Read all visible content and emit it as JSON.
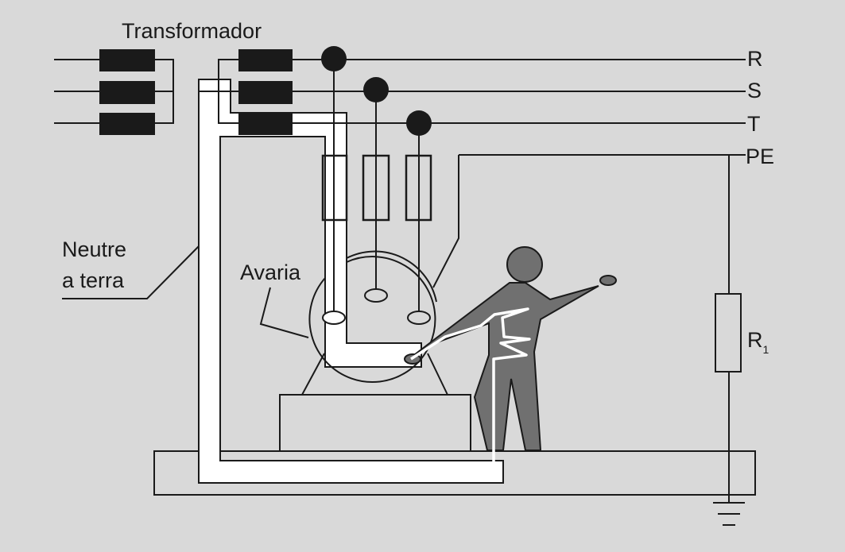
{
  "title": "Transformador",
  "labels": {
    "r": "R",
    "s": "S",
    "t": "T",
    "pe": "PE",
    "resistor": "R",
    "resistor_sub": "1",
    "neutral_line1": "Neutre",
    "neutral_line2": "a terra",
    "fault": "Avaria"
  },
  "colors": {
    "background": "#d9d9d9",
    "ink": "#1a1a1a",
    "person": "#707070",
    "neutral_band": "#ffffff"
  }
}
